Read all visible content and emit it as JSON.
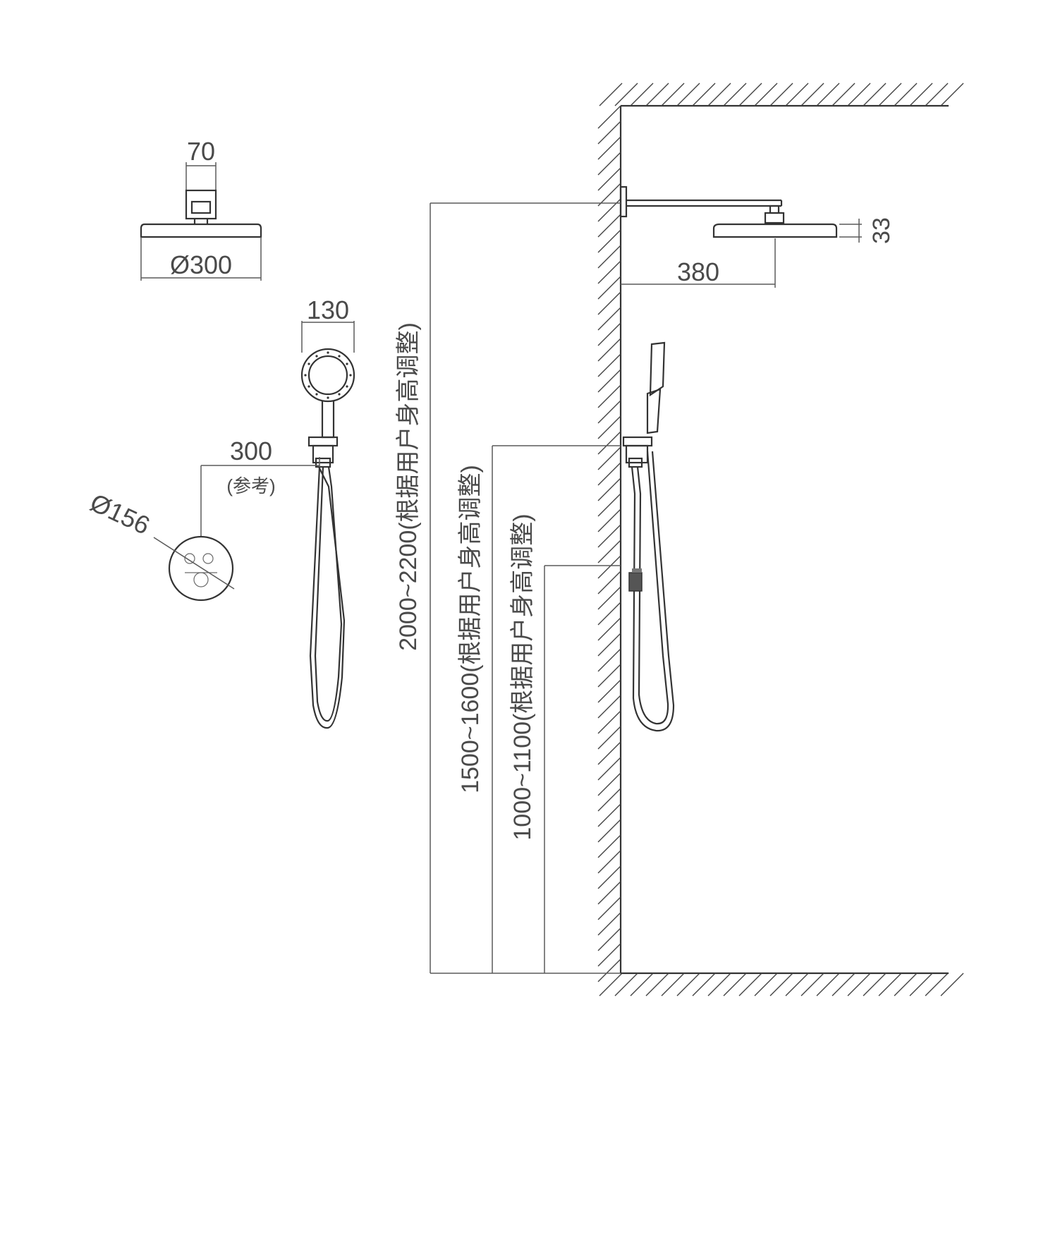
{
  "drawing": {
    "overhead_shower_top_view": {
      "width_label": "70",
      "diameter_label": "Ø300"
    },
    "hand_shower": {
      "head_width_label": "130"
    },
    "mixer_valve": {
      "offset_label": "300",
      "offset_note": "(参考)",
      "diameter_label": "Ø156"
    },
    "side_view": {
      "arm_length_label": "380",
      "head_thickness_label": "33",
      "height_overhead_label": "2000~2200(根据用户身高调整)",
      "height_handshower_label": "1500~1600(根据用户身高调整)",
      "height_valve_label": "1000~1100(根据用户身高调整)"
    }
  }
}
